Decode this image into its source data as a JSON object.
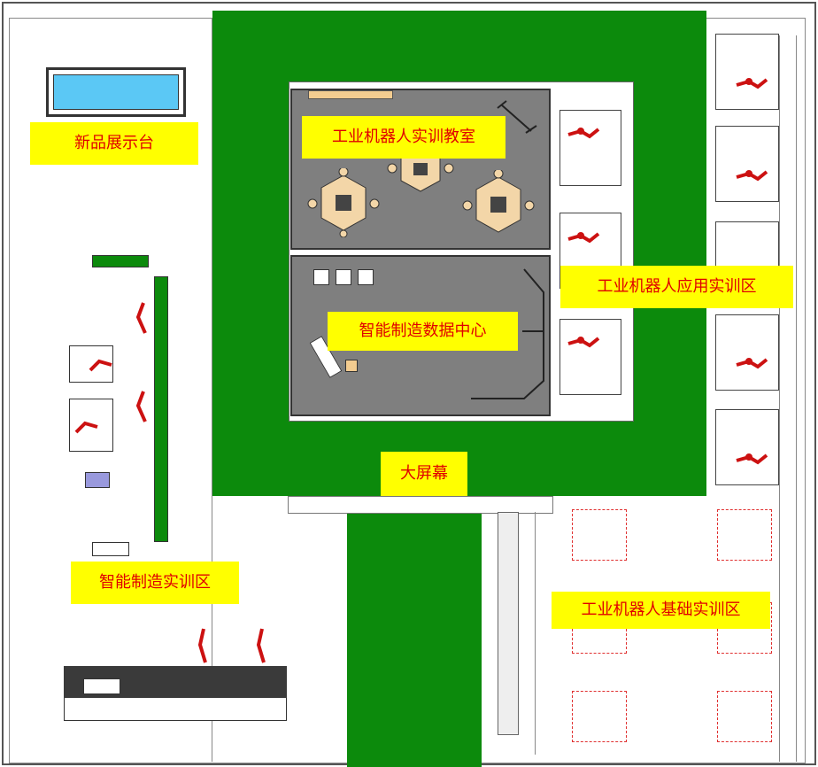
{
  "labels": {
    "showcase": "新品展示台",
    "robot_classroom": "工业机器人实训教室",
    "robot_application": "工业机器人应用实训区",
    "data_center": "智能制造数据中心",
    "big_screen": "大屏幕",
    "smart_manufacturing": "智能制造实训区",
    "robot_basic": "工业机器人基础实训区"
  },
  "colors": {
    "green_zone": "#0c8a0c",
    "label_bg": "#ffff00",
    "label_text": "#e00000",
    "room_grey": "#7f7f7f",
    "robot_red": "#cc1111",
    "screen_blue": "#5bc8f5"
  },
  "icons": {
    "robot": "industrial-robot-arm-icon",
    "table": "hexagon-workstation-table-icon"
  }
}
